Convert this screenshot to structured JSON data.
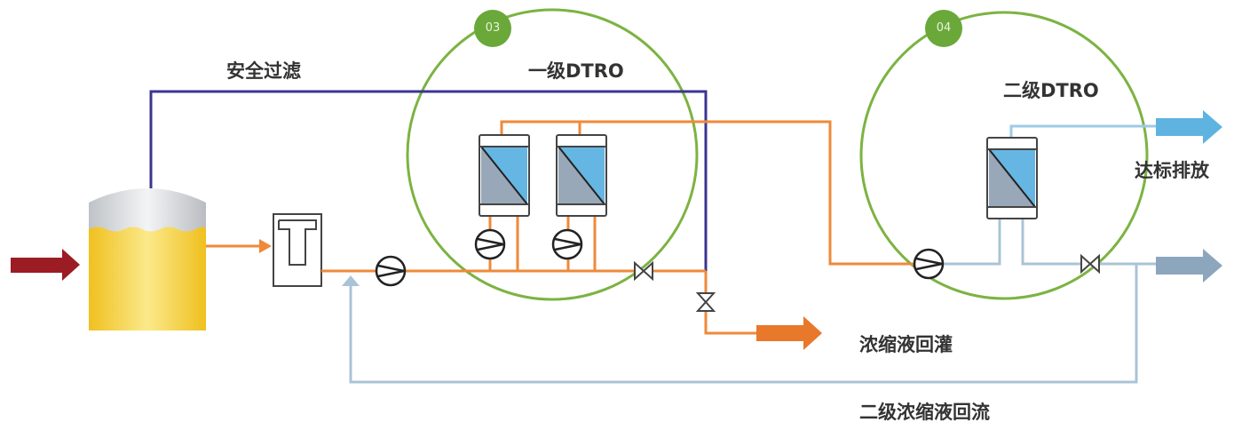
{
  "labels": {
    "safety_filter": "安全过滤",
    "stage1": "一级DTRO",
    "stage2": "二级DTRO",
    "discharge": "达标排放",
    "concentrate_reinjection": "浓缩液回灌",
    "stage2_concentrate_return": "二级浓缩液回流"
  },
  "badges": {
    "stage1": "03",
    "stage2": "04"
  },
  "colors": {
    "orange": "#ee8a3a",
    "purple": "#3b3591",
    "light_blue": "#a9c4d6",
    "green": "#7cb342",
    "inlet_red": "#9b1c22",
    "permeate_blue": "#5fb3e0",
    "reject_gray": "#8ca6bd"
  }
}
